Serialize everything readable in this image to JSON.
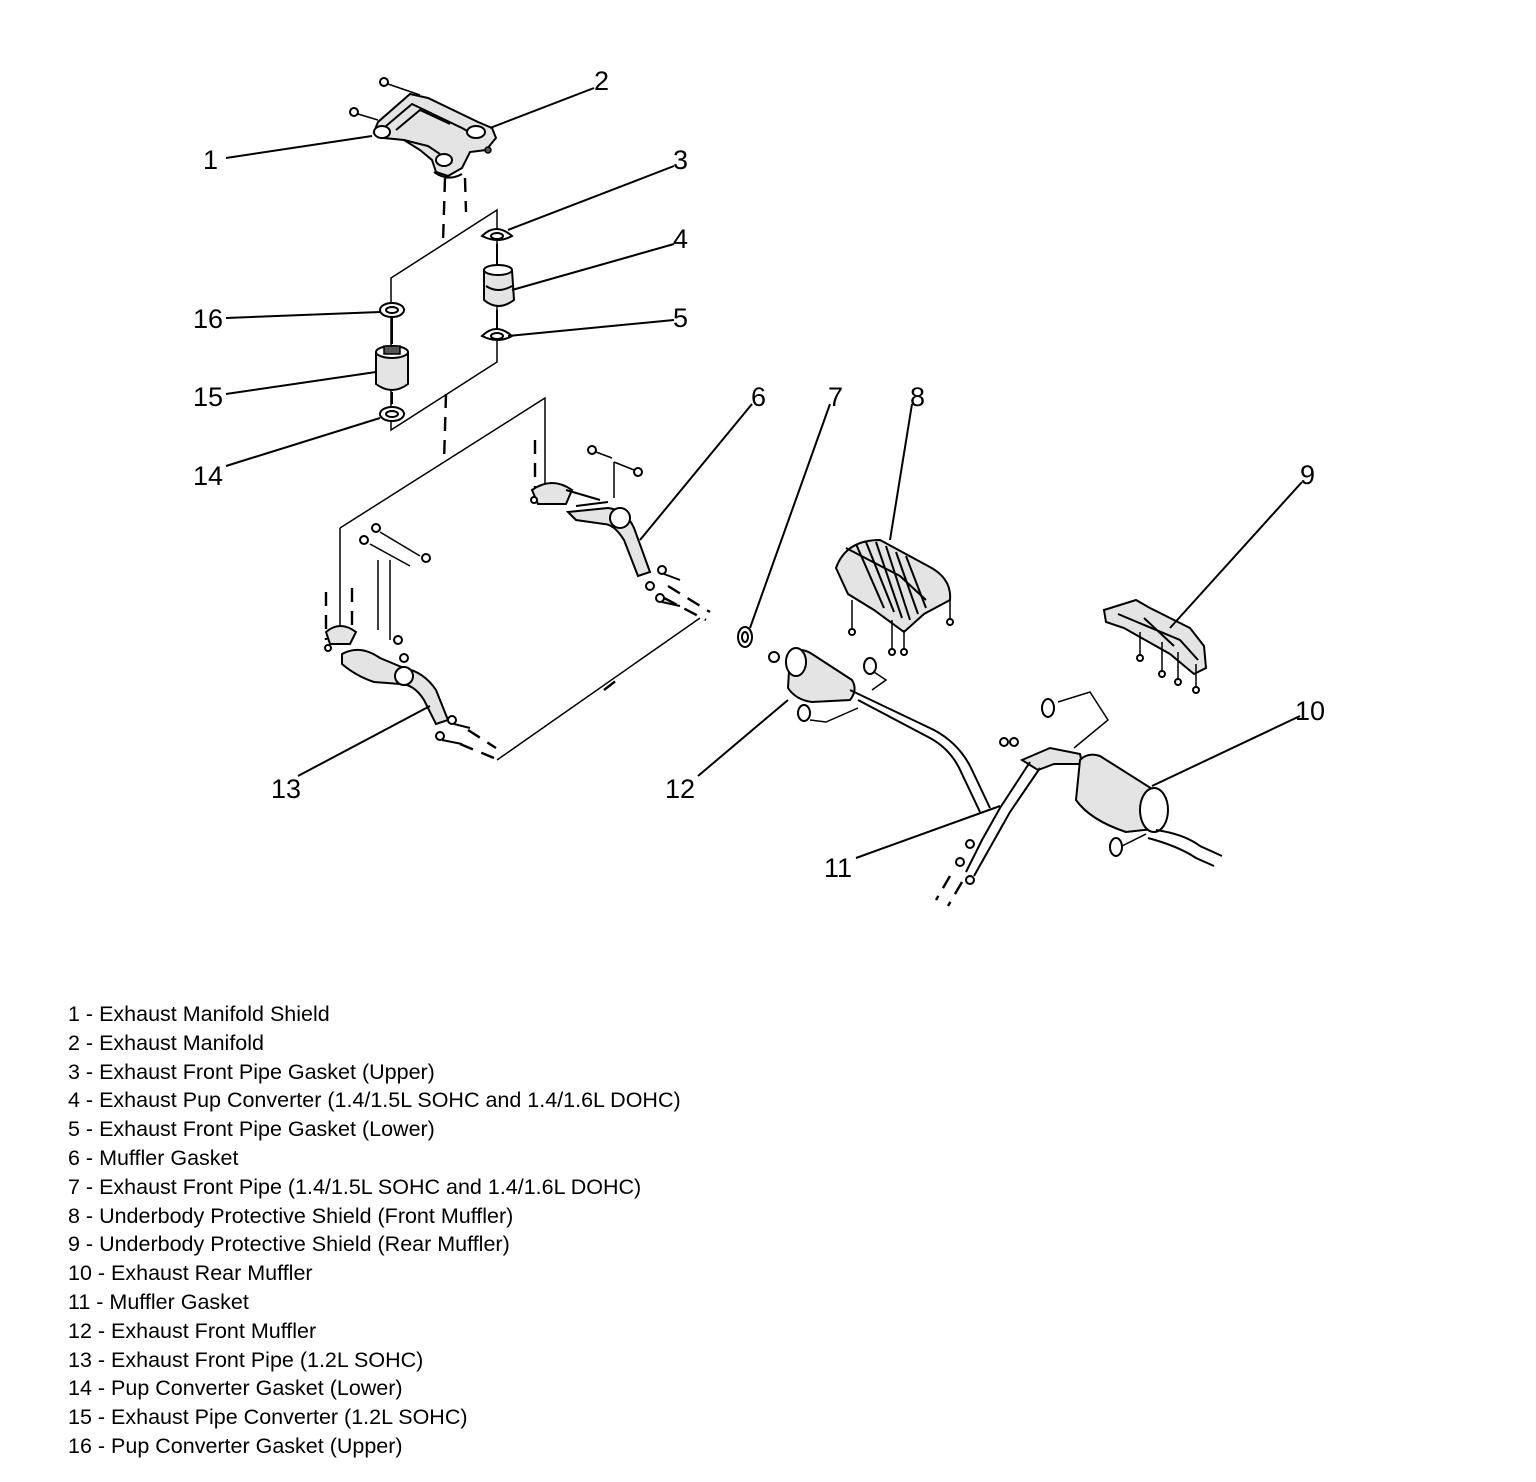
{
  "callouts": [
    "1",
    "2",
    "3",
    "4",
    "5",
    "6",
    "7",
    "8",
    "9",
    "10",
    "11",
    "12",
    "13",
    "14",
    "15",
    "16"
  ],
  "legend": [
    "1 - Exhaust Manifold Shield",
    "2 - Exhaust Manifold",
    "3 - Exhaust Front Pipe Gasket (Upper)",
    "4 - Exhaust Pup Converter (1.4/1.5L SOHC and 1.4/1.6L DOHC)",
    "5 - Exhaust Front Pipe Gasket (Lower)",
    "6 - Muffler Gasket",
    "7 - Exhaust Front Pipe (1.4/1.5L SOHC and 1.4/1.6L DOHC)",
    "8 - Underbody Protective Shield (Front Muffler)",
    "9 - Underbody Protective Shield (Rear Muffler)",
    "10 - Exhaust Rear Muffler",
    "11 - Muffler Gasket",
    "12 - Exhaust Front Muffler",
    "13 - Exhaust Front Pipe (1.2L SOHC)",
    "14 - Pup Converter Gasket (Lower)",
    "15 - Exhaust Pipe Converter (1.2L SOHC)",
    "16 - Pup Converter Gasket (Upper)"
  ]
}
